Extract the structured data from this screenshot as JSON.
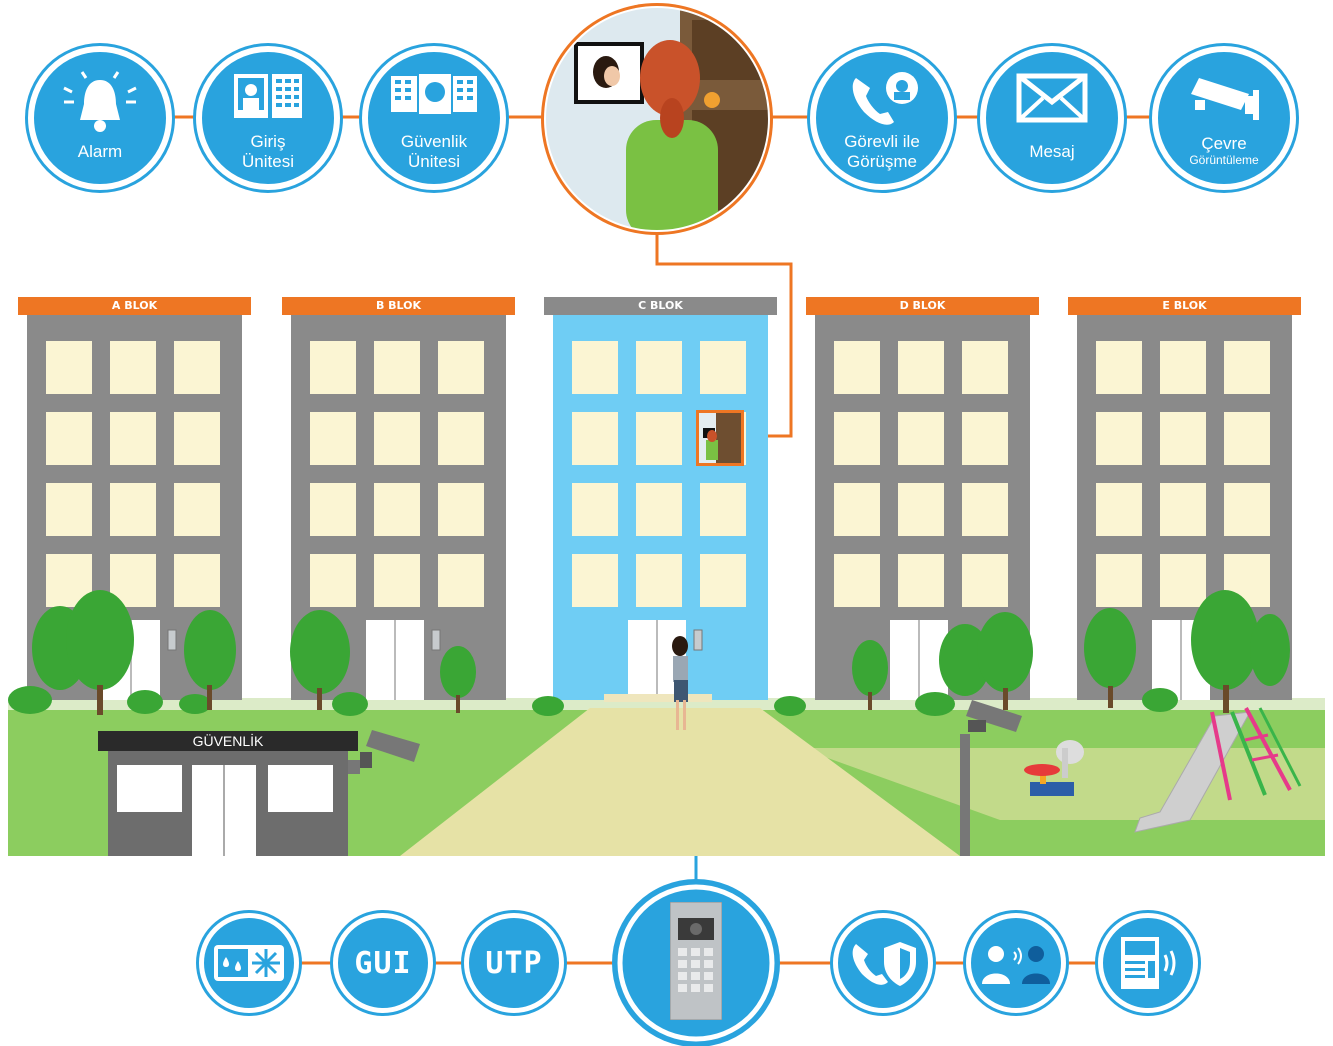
{
  "top_features": [
    {
      "id": "alarm",
      "icon": "bell-icon",
      "lines": [
        "Alarm"
      ]
    },
    {
      "id": "entrance-unit",
      "icon": "entrance-panel-icon",
      "lines": [
        "Giriş",
        "Ünitesi"
      ]
    },
    {
      "id": "security-unit",
      "icon": "security-panel-icon",
      "lines": [
        "Güvenlik",
        "Ünitesi"
      ]
    },
    {
      "id": "call-officer",
      "icon": "phone-officer-icon",
      "lines": [
        "Görevli ile",
        "Görüşme"
      ]
    },
    {
      "id": "message",
      "icon": "envelope-icon",
      "lines": [
        "Mesaj"
      ]
    },
    {
      "id": "surveillance",
      "icon": "cctv-camera-icon",
      "lines": [
        "Çevre",
        "Görüntüleme"
      ]
    }
  ],
  "blocks": [
    {
      "label": "A BLOK"
    },
    {
      "label": "B BLOK"
    },
    {
      "label": "C BLOK"
    },
    {
      "label": "D BLOK"
    },
    {
      "label": "E BLOK"
    }
  ],
  "security_booth": {
    "label": "GÜVENLİK"
  },
  "bottom_features": [
    {
      "id": "weatherproof",
      "icon": "water-snow-icon"
    },
    {
      "id": "gui",
      "icon": "gui-text-icon",
      "text": "GUI"
    },
    {
      "id": "utp",
      "icon": "utp-text-icon",
      "text": "UTP"
    },
    {
      "id": "door-panel",
      "icon": "door-panel-icon"
    },
    {
      "id": "secure-call",
      "icon": "phone-shield-icon"
    },
    {
      "id": "intercom-talk",
      "icon": "two-people-talk-icon"
    },
    {
      "id": "wireless-panel",
      "icon": "panel-signal-icon"
    }
  ],
  "colors": {
    "accent_blue": "#29a3de",
    "connector_orange": "#ee7623",
    "building_gray": "#8a8a8a",
    "highlight_blue": "#6fcdf4"
  }
}
